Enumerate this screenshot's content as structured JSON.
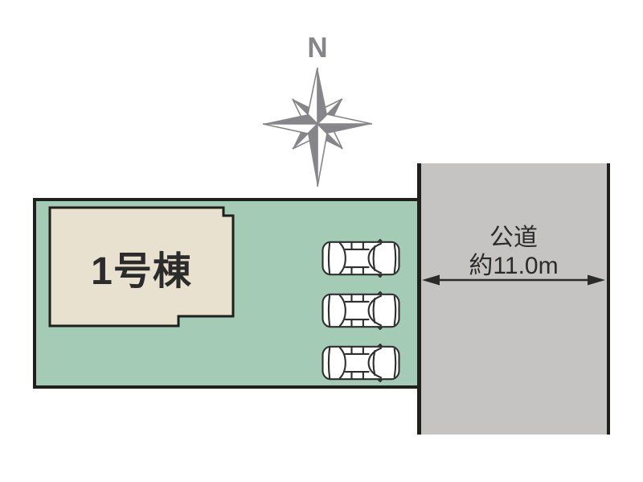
{
  "compass": {
    "north_label": "N"
  },
  "plot": {
    "building": {
      "label": "1号棟"
    },
    "parking": {
      "car_count": 3
    }
  },
  "road": {
    "name": "公道",
    "width_label": "約11.0m"
  },
  "colors": {
    "plot_green": "#a4cbb5",
    "building_beige": "#e9e1cf",
    "road_gray": "#c5c4c3",
    "outline_black": "#1f1f1b",
    "compass_gray": "#85858a",
    "text_dark": "#2b2b2b"
  }
}
